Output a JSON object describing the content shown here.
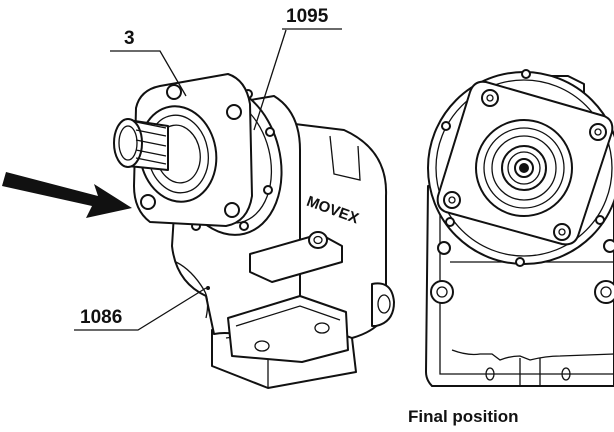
{
  "callouts": {
    "part_3": "3",
    "part_1095": "1095",
    "part_1086": "1086"
  },
  "caption": "Final position",
  "brand": "MOVEX",
  "icons": {
    "insert_arrow": "arrow-right-icon"
  },
  "colors": {
    "ink": "#111111",
    "paper": "#ffffff"
  }
}
